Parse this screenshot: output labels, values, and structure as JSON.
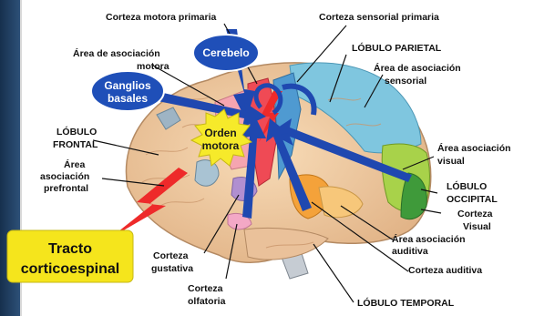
{
  "labels": {
    "corteza_motora_primaria": "Corteza motora primaria",
    "corteza_sensorial_primaria": "Corteza sensorial primaria",
    "area_asociacion_motora_1": "Área de asociación",
    "area_asociacion_motora_2": "motora",
    "cerebelo": "Cerebelo",
    "ganglios_1": "Ganglios",
    "ganglios_2": "basales",
    "lobulo_parietal": "LÓBULO PARIETAL",
    "area_asociacion_sensorial_1": "Área de asociación",
    "area_asociacion_sensorial_2": "sensorial",
    "lobulo_frontal_1": "LÓBULO",
    "lobulo_frontal_2": "FRONTAL",
    "orden_1": "Orden",
    "orden_2": "motora",
    "area_asociacion_prefrontal_1": "Área",
    "area_asociacion_prefrontal_2": "asociación",
    "area_asociacion_prefrontal_3": "prefrontal",
    "area_asociacion_visual_1": "Área asociación",
    "area_asociacion_visual_2": "visual",
    "lobulo_occipital_1": "LÓBULO",
    "lobulo_occipital_2": "OCCIPITAL",
    "corteza_visual_1": "Corteza",
    "corteza_visual_2": "Visual",
    "tracto_1": "Tracto",
    "tracto_2": "corticoespinal",
    "corteza_gustativa_1": "Corteza",
    "corteza_gustativa_2": "gustativa",
    "area_asociacion_auditiva_1": "Área asociación",
    "area_asociacion_auditiva_2": "auditiva",
    "corteza_auditiva": "Corteza auditiva",
    "corteza_olfatoria_1": "Corteza",
    "corteza_olfatoria_2": "olfatoria",
    "lobulo_temporal": "LÓBULO TEMPORAL"
  },
  "colors": {
    "frame_band": "#1f3a5a",
    "bubble_blue": "#1f4fb8",
    "arrow_blue": "#1f48b0",
    "tracto_box": "#f5e51c",
    "orden_burst": "#f6ea2a",
    "brain_base": "#f1cfa6"
  }
}
